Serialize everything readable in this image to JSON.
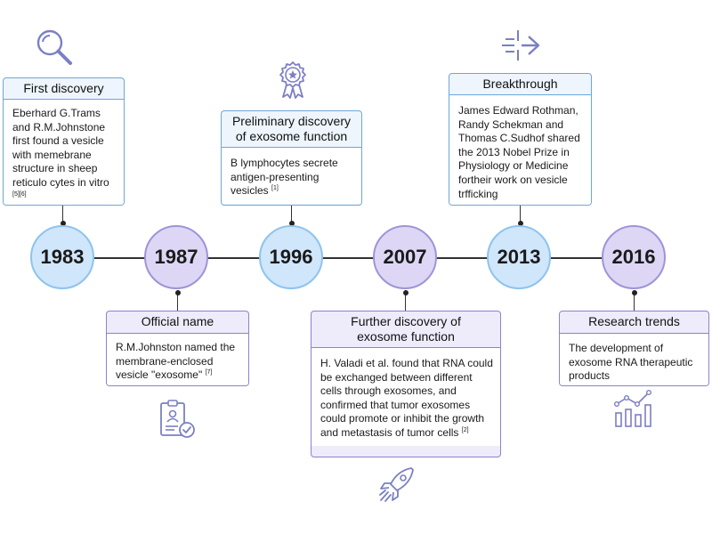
{
  "events": [
    {
      "year": "1983",
      "title": "First discovery",
      "body": "Eberhard G.Trams and R.M.Johnstone first found a vesicle with memebrane structure in sheep reticulo cytes in vitro",
      "ref": "[5][6]",
      "icon": "magnifier-icon",
      "color": "blue"
    },
    {
      "year": "1987",
      "title": "Official name",
      "body": "R.M.Johnston named the membrane-enclosed vesicle \"exosome\"",
      "ref": "[7]",
      "icon": "id-badge-check-icon",
      "color": "purple"
    },
    {
      "year": "1996",
      "title": "Preliminary discovery of exosome function",
      "body": "B lymphocytes secrete antigen-presenting vesicles",
      "ref": "[1]",
      "icon": "award-ribbon-icon",
      "color": "blue"
    },
    {
      "year": "2007",
      "title": "Further discovery of exosome function",
      "body": "H. Valadi et al. found that RNA could be exchanged between different cells through exosomes, and confirmed that tumor exosomes could promote or inhibit the growth and metastasis of tumor cells",
      "ref": "[2]",
      "icon": "rocket-icon",
      "color": "purple"
    },
    {
      "year": "2013",
      "title": "Breakthrough",
      "body": "James Edward Rothman, Randy Schekman and Thomas C.Sudhof shared the 2013 Nobel Prize in Physiology or Medicine fortheir work on vesicle trfficking",
      "ref": "",
      "icon": "breakthrough-arrow-icon",
      "color": "blue"
    },
    {
      "year": "2016",
      "title": "Research trends",
      "body": "The development of exosome RNA therapeutic products",
      "ref": "",
      "icon": "trend-chart-icon",
      "color": "purple"
    }
  ],
  "colors": {
    "blue_fill": "#cfe6fb",
    "blue_border": "#8ec3ee",
    "purple_fill": "#ddd7f5",
    "purple_border": "#9e94d8",
    "icon_stroke": "#7b7fc4"
  }
}
